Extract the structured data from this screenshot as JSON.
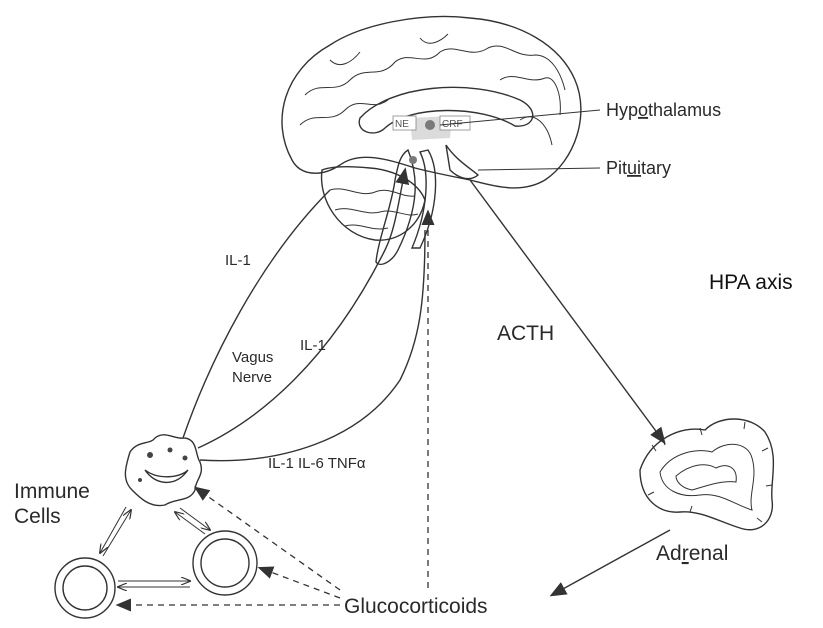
{
  "labels": {
    "hypothalamus_pre": "Hyp",
    "hypothalamus_ul": "o",
    "hypothalamus_post": "thalamus",
    "pituitary_pre": "Pit",
    "pituitary_ul": "ui",
    "pituitary_post": "tary",
    "ne": "NE",
    "crf": "CRF",
    "hpa_axis": "HPA axis",
    "acth": "ACTH",
    "il1_upper": "IL-1",
    "il1_lower": "IL-1",
    "vagus_line1": "Vagus",
    "vagus_line2": "Nerve",
    "cytokines": "IL-1 IL-6 TNFα",
    "immune_line1": "Immune",
    "immune_line2": "Cells",
    "adrenal_pre": "Ad",
    "adrenal_ul": "r",
    "adrenal_post": "enal",
    "glucocorticoids": "Glucocorticoids"
  }
}
